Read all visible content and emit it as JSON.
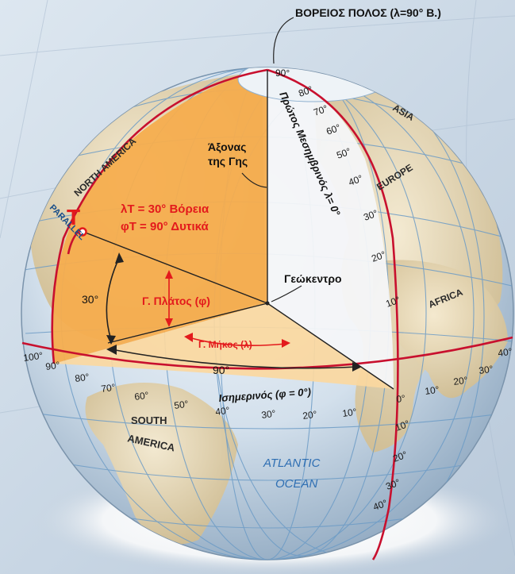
{
  "title": "ΒΟΡΕΙΟΣ ΠΟΛΟΣ (λ=90° Β.)",
  "labels": {
    "earth_axis_1": "Άξονας",
    "earth_axis_2": "της Γης",
    "prime_meridian": "Πρώτος Μεσημβρινός λ= 0°",
    "point_letter": "Τ",
    "point_lat": "λΤ  = 30°  Βόρεια",
    "point_lon": "φΤ  = 90°  Δυτικά",
    "geocenter": "Γεώκεντρο",
    "latitude_label": "Γ. Πλάτος (φ)",
    "longitude_label": "Γ. Μήκος (λ)",
    "equator": "Ισημερινός (φ = 0°)",
    "angle_30": "30°",
    "angle_90": "90°",
    "pole_90": "90°",
    "parallel": "PARALLEL"
  },
  "continents": {
    "north_america": "NORTH AMERICA",
    "asia": "ASIA",
    "europe": "EUROPE",
    "africa": "AFRICA",
    "south_america_1": "SOUTH",
    "south_america_2": "AMERICA",
    "atlantic_1": "ATLANTIC",
    "atlantic_2": "OCEAN"
  },
  "meridian_lat_ticks": [
    "80°",
    "70°",
    "60°",
    "50°",
    "40°",
    "30°",
    "20°",
    "10°"
  ],
  "equator_lon_ticks": [
    "100°",
    "90°",
    "80°",
    "70°",
    "60°",
    "50°",
    "40°",
    "30°",
    "20°",
    "10°",
    "0°",
    "10°",
    "20°",
    "30°",
    "40°"
  ],
  "south_lat_ticks": [
    "10°",
    "20°",
    "30°",
    "40°"
  ],
  "colors": {
    "globe_sea": "#d6e3ee",
    "globe_land": "#efe0bc",
    "orange_section": "#f6ad4e",
    "light_section": "#fbd8a0",
    "red_line": "#c8102e",
    "grid_blue": "#6d9cc6",
    "label_red": "#e31a1c"
  }
}
